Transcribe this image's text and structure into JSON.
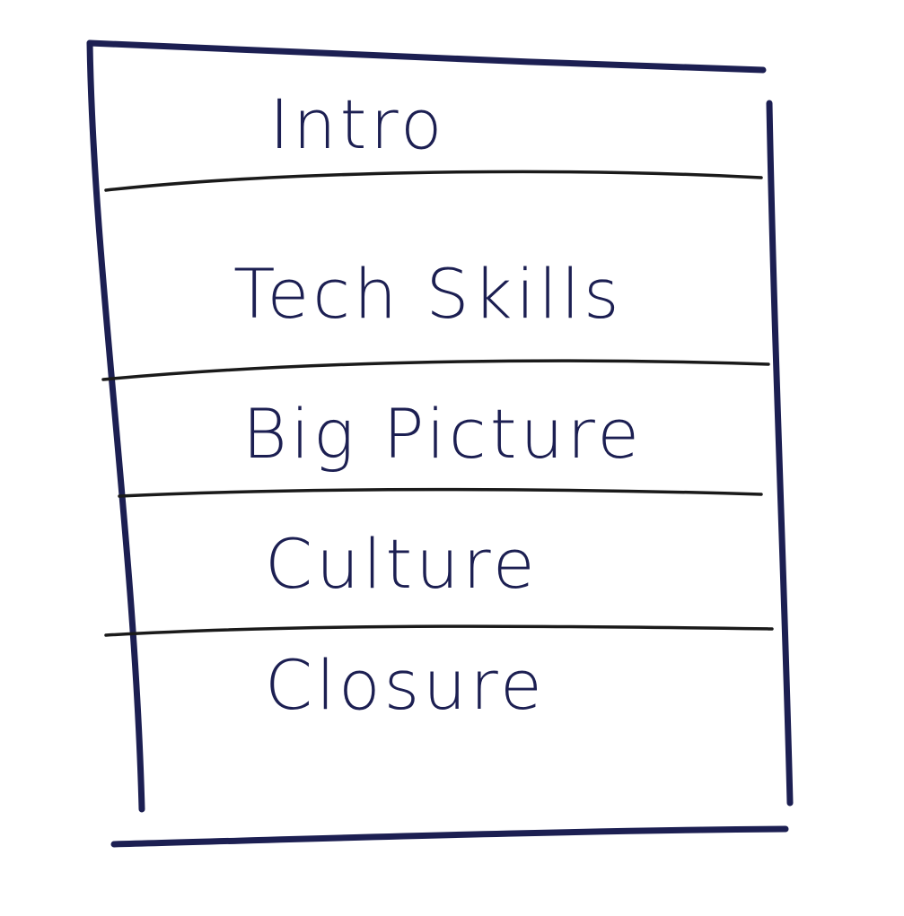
{
  "diagram": {
    "ink_color": "#1c1f52",
    "divider_color": "#1a1a1a",
    "sections": [
      {
        "label": "Intro"
      },
      {
        "label": "Tech Skills"
      },
      {
        "label": "Big Picture"
      },
      {
        "label": "Culture"
      },
      {
        "label": "Closure"
      }
    ]
  }
}
